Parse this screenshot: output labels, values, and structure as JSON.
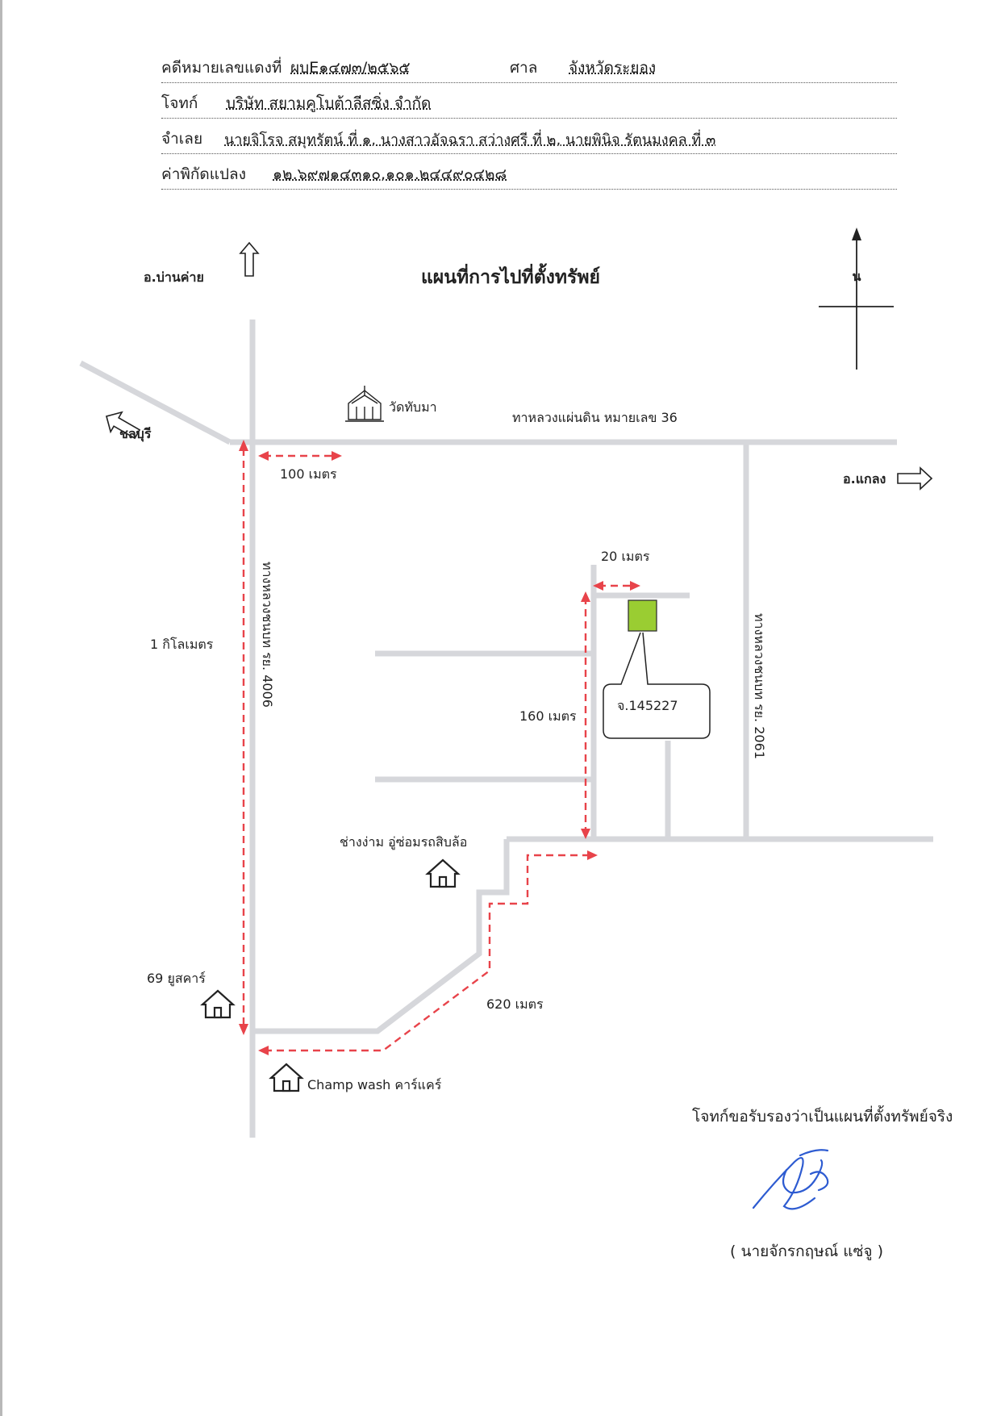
{
  "header": {
    "case_label": "คดีหมายเลขแดงที่",
    "case_value": "ผบE๑๔๗๓/๒๕๖๕",
    "court_label": "ศาล",
    "court_value": "จังหวัดระยอง",
    "plaintiff_label": "โจทก์",
    "plaintiff_value": "บริษัท สยามคูโบต้าลีสซิ่ง จำกัด",
    "defendant_label": "จำเลย",
    "defendant_value": "นายจิโรจ สมุทรัตน์ ที่ ๑, นางสาวอัจฉรา สว่างศรี ที่ ๒, นายพินิจ รัตนมงคล ที่ ๓",
    "coord_label": "ค่าพิกัดแปลง",
    "coord_value": "๑๒.๖๙๗๑๔๓๑๐,๑๐๑.๒๔๔๙๐๔๒๘"
  },
  "map": {
    "title": "แผนที่การไปที่ตั้งทรัพย์",
    "north_label": "น",
    "dir_north": "อ.บ่านค่าย",
    "dir_west": "ชลบุรี",
    "dir_east": "อ.แกลง",
    "temple_label": "วัดทับมา",
    "highway_36": "ทาหลวงแผ่นดิน หมายเลข 36",
    "road_4006": "ทางหลวงชนบท รย. 4006",
    "road_2061": "ทางหลวงชนบท รย. 2061",
    "dist_100": "100 เมตร",
    "dist_1km": "1 กิโลเมตร",
    "dist_20": "20 เมตร",
    "dist_160": "160 เมตร",
    "dist_620": "620 เมตร",
    "parcel_label": "จ.145227",
    "landmark_garage": "ช่างง่าม อู่ซ่อมรถสิบล้อ",
    "landmark_69": "69 ยูสคาร์",
    "landmark_wash": "Champ wash คาร์แคร์"
  },
  "footer": {
    "certify": "โจทก์ขอรับรองว่าเป็นแผนที่ตั้งทรัพย์จริง",
    "signer": "(   นายจักรกฤษณ์ แซ่จู   )"
  },
  "colors": {
    "road": "#d6d7db",
    "route": "#e8434a",
    "parcel": "#9acd32"
  }
}
